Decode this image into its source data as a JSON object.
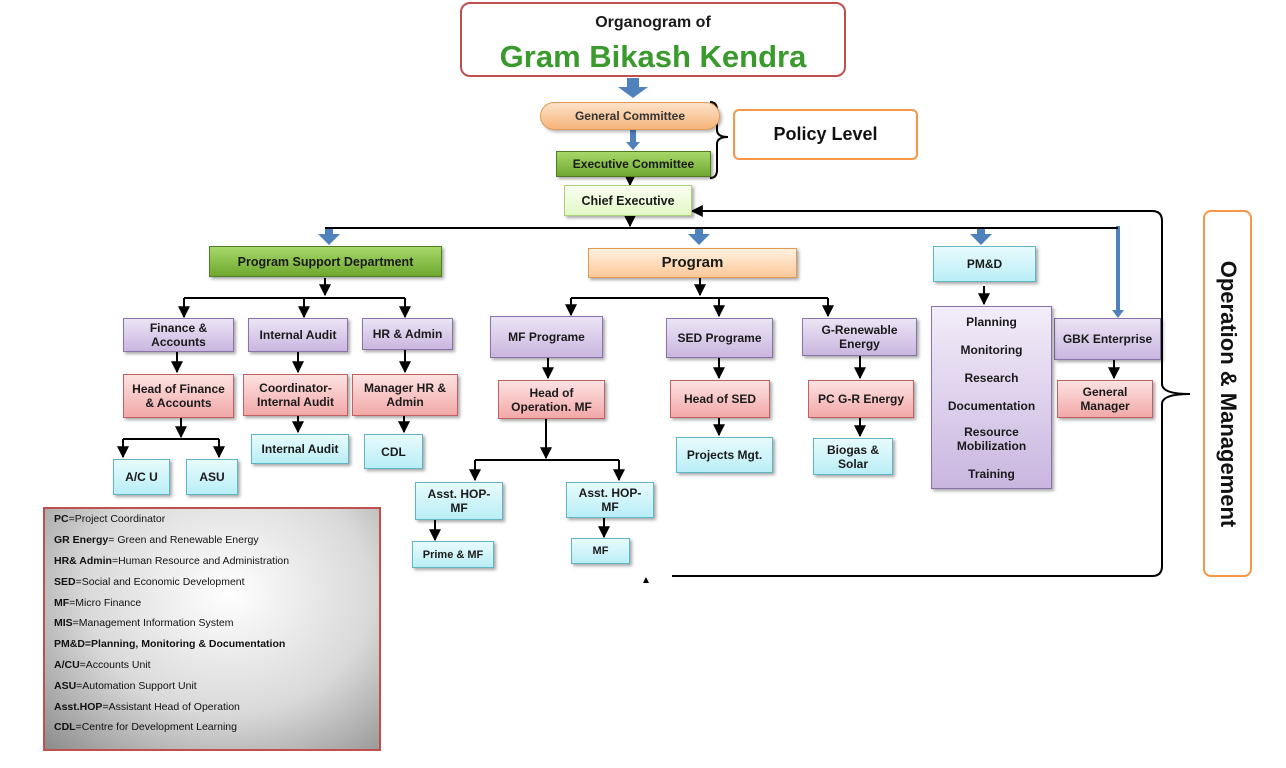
{
  "title": {
    "prefix": "Organogram  of",
    "name": "Gram Bikash Kendra"
  },
  "policy": {
    "general_committee": "General Committee",
    "executive_committee": "Executive Committee",
    "policy_level": "Policy Level"
  },
  "chief_executive": "Chief Executive",
  "operation_label": "Operation & Management",
  "psd": {
    "label": "Program Support Department",
    "finance": "Finance & Accounts",
    "head_finance": "Head of Finance & Accounts",
    "acu": "A/C U",
    "asu": "ASU",
    "internal_audit": "Internal Audit",
    "coordinator_ia": "Coordinator- Internal Audit",
    "ia_unit": "Internal Audit",
    "hr_admin": "HR & Admin",
    "manager_hr": "Manager HR & Admin",
    "cdl": "CDL"
  },
  "program": {
    "label": "Program",
    "mf": "MF Programe",
    "head_op_mf": "Head of Operation. MF",
    "asst_hop_1": "Asst. HOP- MF",
    "asst_hop_2": "Asst. HOP- MF",
    "prime_mf": "Prime & MF",
    "mf_unit": "MF",
    "sed": "SED Programe",
    "head_sed": "Head of SED",
    "projects_mgt": "Projects Mgt.",
    "gre": "G-Renewable Energy",
    "pc_gre": "PC G-R Energy",
    "biogas": "Biogas & Solar"
  },
  "pmd": {
    "label": "PM&D",
    "items": [
      "Planning",
      "Monitoring",
      "Research",
      "Documentation",
      "Resource Mobilization",
      "Training"
    ]
  },
  "gbk": {
    "label": "GBK Enterprise",
    "gm": "General Manager"
  },
  "legend": [
    {
      "abbr": "PC",
      "text": "=Project Coordinator",
      "bold": false
    },
    {
      "abbr": "GR Energy",
      "text": "= Green and  Renewable Energy",
      "bold": false
    },
    {
      "abbr": "HR& Admin",
      "text": "=Human Resource and Administration",
      "bold": false
    },
    {
      "abbr": "SED",
      "text": "=Social and Economic Development",
      "bold": false
    },
    {
      "abbr": "MF",
      "text": "=Micro Finance",
      "bold": false
    },
    {
      "abbr": "MIS",
      "text": "=Management Information System",
      "bold": false
    },
    {
      "abbr": "PM&D",
      "text": "=Planning, Monitoring & Documentation",
      "bold": true
    },
    {
      "abbr": "A/CU",
      "text": "=Accounts Unit",
      "bold": false
    },
    {
      "abbr": "ASU",
      "text": "=Automation Support Unit",
      "bold": false
    },
    {
      "abbr": "Asst.HOP",
      "text": "=Assistant Head of Operation",
      "bold": false
    },
    {
      "abbr": "CDL",
      "text": "=Centre for Development Learning",
      "bold": false
    }
  ],
  "colors": {
    "title_green": "#3a9a2e",
    "border_red": "#c0504d",
    "border_orange": "#f79646",
    "arrow_blue": "#4f81bd"
  }
}
